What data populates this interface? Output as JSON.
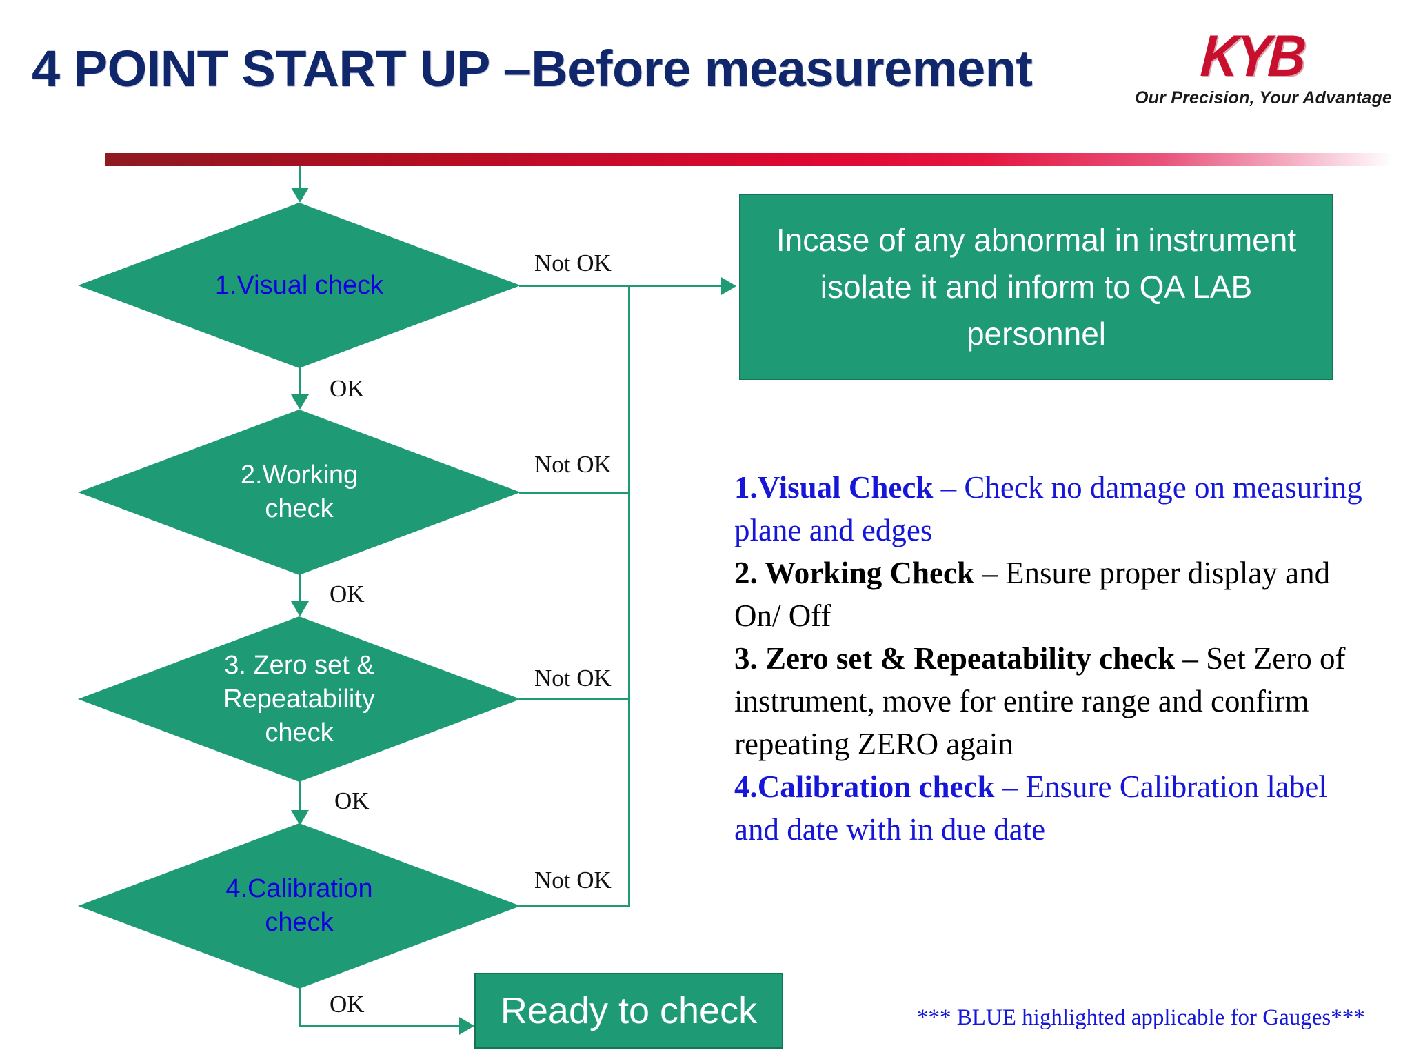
{
  "slide": {
    "title": "4 POINT START UP –Before measurement",
    "background_color": "#FFFFFF"
  },
  "logo": {
    "mark_text": "KYB",
    "tagline": "Our Precision, Your Advantage",
    "mark_color": "#C8102E"
  },
  "theme": {
    "title_color": "#11276B",
    "shape_green": "#1E9B74",
    "rule_red_dark": "#8E1A22",
    "rule_red_bright": "#DF0832",
    "blue_text": "#1616D8",
    "diamond_blue_label": "#1000E0"
  },
  "flowchart": {
    "nodes": [
      {
        "id": "visual",
        "type": "decision",
        "label": "1.Visual check",
        "label_color": "blue"
      },
      {
        "id": "working",
        "type": "decision",
        "label": "2.Working\ncheck",
        "label_color": "white"
      },
      {
        "id": "zeroset",
        "type": "decision",
        "label": "3. Zero set &\nRepeatability\ncheck",
        "label_color": "white"
      },
      {
        "id": "calibration",
        "type": "decision",
        "label": "4.Calibration\ncheck",
        "label_color": "blue"
      },
      {
        "id": "ready",
        "type": "process",
        "label": "Ready to check",
        "label_color": "white"
      },
      {
        "id": "abnormal",
        "type": "process",
        "label": "Incase of any abnormal in instrument isolate it and inform to QA LAB personnel",
        "label_color": "white"
      }
    ],
    "edge_labels": {
      "ok": "OK",
      "not_ok": "Not OK"
    },
    "edges": [
      {
        "from": "start",
        "to": "visual",
        "label": ""
      },
      {
        "from": "visual",
        "to": "working",
        "label": "OK"
      },
      {
        "from": "visual",
        "to": "abnormal",
        "label": "Not OK"
      },
      {
        "from": "working",
        "to": "zeroset",
        "label": "OK"
      },
      {
        "from": "working",
        "to": "abnormal",
        "label": "Not OK"
      },
      {
        "from": "zeroset",
        "to": "calibration",
        "label": "OK"
      },
      {
        "from": "zeroset",
        "to": "abnormal",
        "label": "Not OK"
      },
      {
        "from": "calibration",
        "to": "ready",
        "label": "OK"
      },
      {
        "from": "calibration",
        "to": "abnormal",
        "label": "Not OK"
      }
    ]
  },
  "notes": {
    "item1": {
      "title": "1.Visual Check",
      "dash": " – ",
      "body": "Check no damage on measuring plane and edges",
      "color": "blue"
    },
    "item2": {
      "title": "2. Working Check",
      "dash": " – ",
      "body": "Ensure proper display and On/ Off",
      "color": "black"
    },
    "item3": {
      "title": "3. Zero set & Repeatability check",
      "dash": " – ",
      "body": "Set Zero of instrument, move for entire range and confirm repeating ZERO again",
      "color": "black"
    },
    "item4": {
      "title": "4.Calibration check",
      "dash": " – ",
      "body": "Ensure Calibration label and date with in due date",
      "color": "blue"
    }
  },
  "footnote": "*** BLUE highlighted applicable for  Gauges***"
}
